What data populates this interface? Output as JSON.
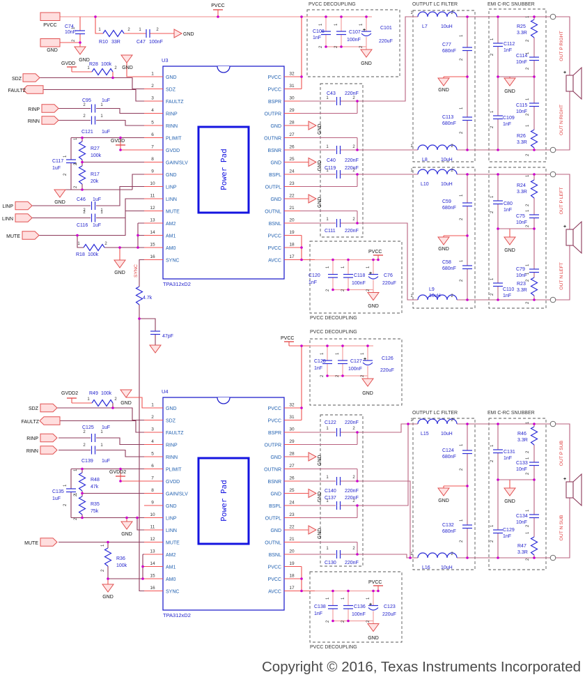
{
  "pins": {
    "p1": "1",
    "p2": "2"
  },
  "labels": {
    "pvcc": "PVCC",
    "gnd": "GND",
    "gvdd": "GVDD",
    "gvdd2": "GVDD2",
    "sync": "SYNC",
    "plus": "+"
  },
  "ports": {
    "sdz": "SDZ",
    "faultz": "FAULTZ",
    "rinp": "RINP",
    "rinn": "RINN",
    "linp": "LINP",
    "linn": "LINN",
    "mute": "MUTE"
  },
  "titles": {
    "decoupling": "PVCC DECOUPLING",
    "lc": "OUTPUT LC FILTER",
    "snubber": "EMI C-RC SNUBBER"
  },
  "outputs": {
    "opr": "OUT P RIGHT",
    "onr": "OUT N RIGHT",
    "opl": "OUT P LEFT",
    "onl": "OUT N LEFT",
    "ops": "OUT P SUB",
    "ons": "OUT N SUB"
  },
  "copyright": "Copyright © 2016, Texas Instruments Incorporated",
  "u3": {
    "ref": "U3",
    "part": "TPA312xD2",
    "pad": "Power Pad",
    "left": [
      {
        "n": "1",
        "name": "GND"
      },
      {
        "n": "2",
        "name": "SDZ"
      },
      {
        "n": "3",
        "name": "FAULTZ"
      },
      {
        "n": "4",
        "name": "RINP"
      },
      {
        "n": "5",
        "name": "RINN"
      },
      {
        "n": "6",
        "name": "PLIMIT"
      },
      {
        "n": "7",
        "name": "GVDD"
      },
      {
        "n": "8",
        "name": "GAIN/SLV"
      },
      {
        "n": "9",
        "name": "GND"
      },
      {
        "n": "10",
        "name": "LINP"
      },
      {
        "n": "11",
        "name": "LINN"
      },
      {
        "n": "12",
        "name": "MUTE"
      },
      {
        "n": "13",
        "name": "AM2"
      },
      {
        "n": "14",
        "name": "AM1"
      },
      {
        "n": "15",
        "name": "AM0"
      },
      {
        "n": "16",
        "name": "SYNC"
      }
    ],
    "right": [
      {
        "n": "32",
        "name": "PVCC"
      },
      {
        "n": "31",
        "name": "PVCC"
      },
      {
        "n": "30",
        "name": "BSPR"
      },
      {
        "n": "29",
        "name": "OUTPR"
      },
      {
        "n": "28",
        "name": "GND"
      },
      {
        "n": "27",
        "name": "OUTNR"
      },
      {
        "n": "26",
        "name": "BSNR"
      },
      {
        "n": "25",
        "name": "GND"
      },
      {
        "n": "24",
        "name": "BSPL"
      },
      {
        "n": "23",
        "name": "OUTPL"
      },
      {
        "n": "22",
        "name": "GND"
      },
      {
        "n": "21",
        "name": "OUTNL"
      },
      {
        "n": "20",
        "name": "BSNL"
      },
      {
        "n": "19",
        "name": "PVCC"
      },
      {
        "n": "18",
        "name": "PVCC"
      },
      {
        "n": "17",
        "name": "AVCC"
      }
    ]
  },
  "u4": {
    "ref": "U4",
    "part": "TPA312xD2",
    "pad": "Power Pad",
    "left": [
      {
        "n": "1",
        "name": "GND"
      },
      {
        "n": "2",
        "name": "SDZ"
      },
      {
        "n": "3",
        "name": "FAULTZ"
      },
      {
        "n": "4",
        "name": "RINP"
      },
      {
        "n": "5",
        "name": "RINN"
      },
      {
        "n": "6",
        "name": "PLIMIT"
      },
      {
        "n": "7",
        "name": "GVDD"
      },
      {
        "n": "8",
        "name": "GAIN/SLV"
      },
      {
        "n": "9",
        "name": "GND"
      },
      {
        "n": "10",
        "name": "LINP"
      },
      {
        "n": "11",
        "name": "LINN"
      },
      {
        "n": "12",
        "name": "MUTE"
      },
      {
        "n": "13",
        "name": "AM2"
      },
      {
        "n": "14",
        "name": "AM1"
      },
      {
        "n": "15",
        "name": "AM0"
      },
      {
        "n": "16",
        "name": "SYNC"
      }
    ],
    "right": [
      {
        "n": "32",
        "name": "PVCC"
      },
      {
        "n": "31",
        "name": "PVCC"
      },
      {
        "n": "30",
        "name": "BSPR"
      },
      {
        "n": "29",
        "name": "OUTPR"
      },
      {
        "n": "28",
        "name": "GND"
      },
      {
        "n": "27",
        "name": "OUTNR"
      },
      {
        "n": "26",
        "name": "BSNR"
      },
      {
        "n": "25",
        "name": "GND"
      },
      {
        "n": "24",
        "name": "BSPL"
      },
      {
        "n": "23",
        "name": "OUTPL"
      },
      {
        "n": "22",
        "name": "GND"
      },
      {
        "n": "21",
        "name": "OUTNL"
      },
      {
        "n": "20",
        "name": "BSNL"
      },
      {
        "n": "19",
        "name": "PVCC"
      },
      {
        "n": "18",
        "name": "PVCC"
      },
      {
        "n": "17",
        "name": "AVCC"
      }
    ]
  },
  "parts": {
    "c74": {
      "r": "C74",
      "v": "10nF"
    },
    "r10": {
      "r": "R10",
      "v": "33R"
    },
    "c47": {
      "r": "C47",
      "v": "100nF"
    },
    "r28": {
      "r": "R28",
      "v": "100k"
    },
    "r49": {
      "r": "R49",
      "v": "100k"
    },
    "c95": {
      "r": "C95",
      "v": "1uF"
    },
    "c121": {
      "r": "C121",
      "v": "1uF"
    },
    "c125": {
      "r": "C125",
      "v": "1uF"
    },
    "c139": {
      "r": "C139",
      "v": "1uF"
    },
    "r27": {
      "r": "R27",
      "v": "100k"
    },
    "r17": {
      "r": "R17",
      "v": "20k"
    },
    "c117": {
      "r": "C117",
      "v": "1uF"
    },
    "r48": {
      "r": "R48",
      "v": "47k"
    },
    "r35": {
      "r": "R35",
      "v": "75k"
    },
    "c135": {
      "r": "C135",
      "v": "1uF"
    },
    "c46": {
      "r": "C46",
      "v": "1uF"
    },
    "c116": {
      "r": "C116",
      "v": "1uF"
    },
    "r18": {
      "r": "R18",
      "v": "100k"
    },
    "r36": {
      "r": "R36",
      "v": "100k"
    },
    "rsync": {
      "r": "",
      "v": "4.7k"
    },
    "csync": {
      "r": "",
      "v": "47pF"
    },
    "c43": {
      "r": "C43",
      "v": "220nF"
    },
    "c40": {
      "r": "C40",
      "v": "220nF"
    },
    "c119": {
      "r": "C119",
      "v": "220nF"
    },
    "c111": {
      "r": "C111",
      "v": "220nF"
    },
    "c122": {
      "r": "C122",
      "v": "220nF"
    },
    "c140": {
      "r": "C140",
      "v": "220nF"
    },
    "c137": {
      "r": "C137",
      "v": "220nF"
    },
    "c130": {
      "r": "C130",
      "v": "220nF"
    },
    "c108": {
      "r": "C108",
      "v": "1nF"
    },
    "c107": {
      "r": "C107",
      "v": "100nF"
    },
    "c101": {
      "r": "C101",
      "v": "220uF"
    },
    "c120": {
      "r": "C120",
      "v": "1nF"
    },
    "c118": {
      "r": "C118",
      "v": "100nF"
    },
    "c76": {
      "r": "C76",
      "v": "220uF"
    },
    "c128": {
      "r": "C128",
      "v": "1nF"
    },
    "c127": {
      "r": "C127",
      "v": "100nF"
    },
    "c126": {
      "r": "C126",
      "v": "220uF"
    },
    "c138": {
      "r": "C138",
      "v": "1nF"
    },
    "c136": {
      "r": "C136",
      "v": "100nF"
    },
    "c123": {
      "r": "C123",
      "v": "220uF"
    },
    "l7": {
      "r": "L7",
      "v": "10uH"
    },
    "l8": {
      "r": "L8",
      "v": "10uH"
    },
    "l9": {
      "r": "L9",
      "v": "10uH"
    },
    "l10": {
      "r": "L10",
      "v": "10uH"
    },
    "l15": {
      "r": "L15",
      "v": "10uH"
    },
    "l16": {
      "r": "L16",
      "v": "10uH"
    },
    "c77": {
      "r": "C77",
      "v": "680nF"
    },
    "c113": {
      "r": "C113",
      "v": "680nF"
    },
    "c59": {
      "r": "C59",
      "v": "680nF"
    },
    "c58": {
      "r": "C58",
      "v": "680nF"
    },
    "c124": {
      "r": "C124",
      "v": "680nF"
    },
    "c132": {
      "r": "C132",
      "v": "680nF"
    },
    "r25": {
      "r": "R25",
      "v": "3.3R"
    },
    "r26": {
      "r": "R26",
      "v": "3.3R"
    },
    "r24": {
      "r": "R24",
      "v": "3.3R"
    },
    "r23": {
      "r": "R23",
      "v": "3.3R"
    },
    "r46": {
      "r": "R46",
      "v": "3.3R"
    },
    "r47": {
      "r": "R47",
      "v": "3.3R"
    },
    "c112": {
      "r": "C112",
      "v": "1nF"
    },
    "c114": {
      "r": "C114",
      "v": "10nF"
    },
    "c115": {
      "r": "C115",
      "v": "10nF"
    },
    "c109": {
      "r": "C109",
      "v": "1nF"
    },
    "c80": {
      "r": "C80",
      "v": "1nF"
    },
    "c75": {
      "r": "C75",
      "v": "10nF"
    },
    "c79": {
      "r": "C79",
      "v": "10nF"
    },
    "c110": {
      "r": "C110",
      "v": "1nF"
    },
    "c131": {
      "r": "C131",
      "v": "1nF"
    },
    "c133": {
      "r": "C133",
      "v": "10nF"
    },
    "c134": {
      "r": "C134",
      "v": "10nF"
    },
    "c129": {
      "r": "C129",
      "v": "1nF"
    }
  }
}
